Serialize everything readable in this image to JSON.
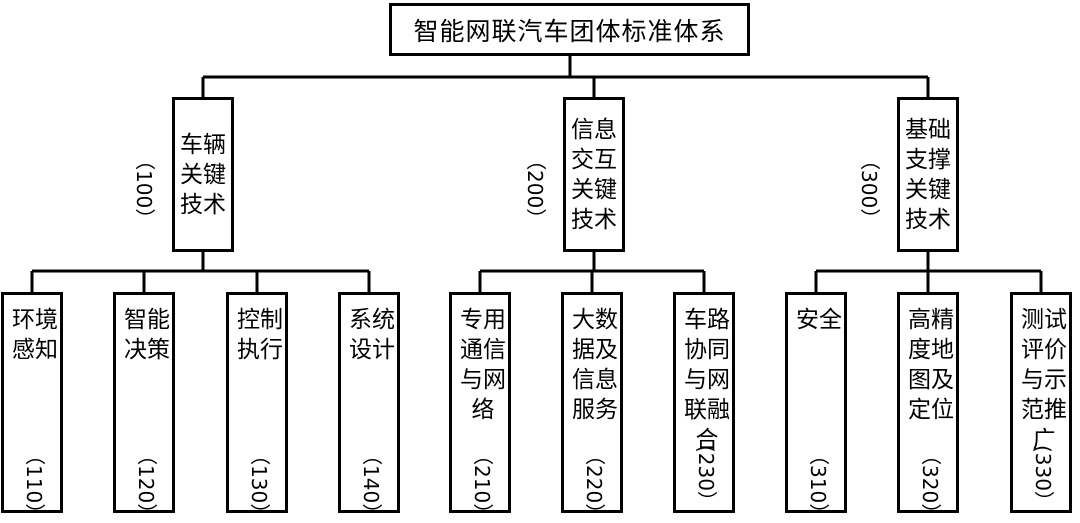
{
  "root": {
    "title": "智能网联汽车团体标准体系"
  },
  "categories": [
    {
      "name": "车辆关键技术",
      "code": "（100）",
      "children": [
        {
          "name": "环境感知",
          "code": "（110）"
        },
        {
          "name": "智能决策",
          "code": "（120）"
        },
        {
          "name": "控制执行",
          "code": "（130）"
        },
        {
          "name": "系统设计",
          "code": "（140）"
        }
      ]
    },
    {
      "name": "信息交互关键技术",
      "code": "（200）",
      "children": [
        {
          "name": "专用通信与网络",
          "code": "（210）"
        },
        {
          "name": "大数据及信息服务",
          "code": "（220）"
        },
        {
          "name": "车路协同与网联融合",
          "code": "(230）"
        }
      ]
    },
    {
      "name": "基础支撑关键技术",
      "code": "（300）",
      "children": [
        {
          "name": "安全",
          "code": "（310）"
        },
        {
          "name": "高精度地图及定位",
          "code": "（320）"
        },
        {
          "name": "测试评价与示范推广",
          "code": "(330）"
        }
      ]
    }
  ]
}
